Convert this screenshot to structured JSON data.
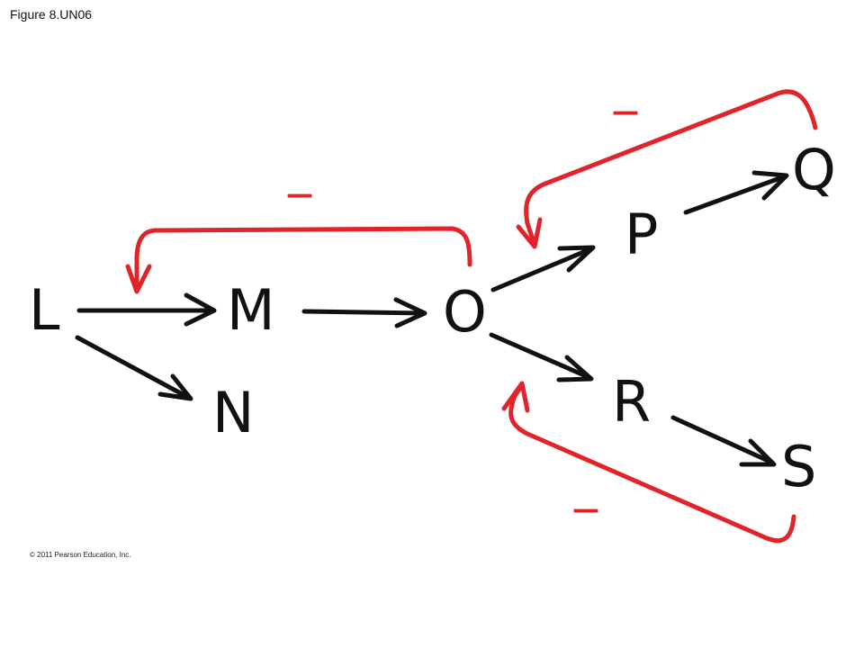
{
  "figure_title": "Figure 8.UN06",
  "copyright": "© 2011 Pearson Education, Inc.",
  "colors": {
    "activation": "#111111",
    "inhibition": "#e0242a"
  },
  "nodes": {
    "L": "L",
    "M": "M",
    "N": "N",
    "O": "O",
    "P": "P",
    "Q": "Q",
    "R": "R",
    "S": "S"
  },
  "pathway_steps": [
    {
      "from": "L",
      "to": "M",
      "kind": "activation"
    },
    {
      "from": "L",
      "to": "N",
      "kind": "activation"
    },
    {
      "from": "M",
      "to": "O",
      "kind": "activation"
    },
    {
      "from": "O",
      "to": "P",
      "kind": "activation"
    },
    {
      "from": "O",
      "to": "R",
      "kind": "activation"
    },
    {
      "from": "P",
      "to": "Q",
      "kind": "activation"
    },
    {
      "from": "R",
      "to": "S",
      "kind": "activation"
    }
  ],
  "feedback_loops": [
    {
      "from": "O",
      "to": "L-M step",
      "sign": "—",
      "kind": "inhibition"
    },
    {
      "from": "Q",
      "to": "O-P step",
      "sign": "—",
      "kind": "inhibition"
    },
    {
      "from": "S",
      "to": "O-R step",
      "sign": "—",
      "kind": "inhibition"
    }
  ]
}
